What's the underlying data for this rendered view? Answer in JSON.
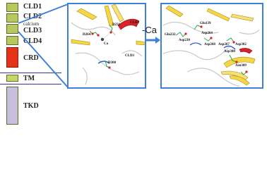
{
  "domain_labels": {
    "cld1": "CLD1",
    "cld2": "CLD2",
    "calcium": "calcium",
    "cld3": "CLD3",
    "cld4": "CLD4",
    "crd": "CRD",
    "tm": "TM",
    "tkd": "TKD"
  },
  "left_panel": {
    "cld2": "CLD2",
    "cld3": "CLD3",
    "d231": "D231",
    "d264": "D264",
    "ca": "Ca",
    "d300": "D300"
  },
  "transition": {
    "label": "-Ca"
  },
  "right_panel": {
    "glu232": "Glu232",
    "asp230": "Asp230",
    "glu139": "Glu139",
    "asp264": "Asp264",
    "asp268": "Asp268",
    "asp267": "Asp267",
    "asp302": "Asp302",
    "asp300": "Asp300",
    "asn309": "Asn309"
  },
  "colors": {
    "cld_fill": "#b7c860",
    "crd_fill": "#e5331a",
    "tkd_fill": "#c8bfdc",
    "panel_border": "#3f7fd8",
    "membrane_line": "#3a2fa8"
  }
}
